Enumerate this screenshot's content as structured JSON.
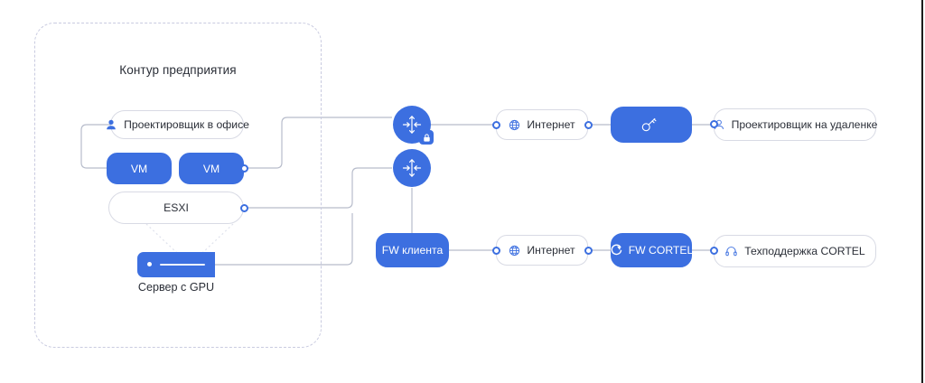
{
  "diagram": {
    "title": "Контур предприятия",
    "colors": {
      "accent": "#3c6fe0",
      "node_border": "#d8dae4",
      "wire": "#b7bccb",
      "text": "#2b2f38",
      "zone_dash": "#c9cbe0"
    },
    "zone": {
      "label": "Контур предприятия"
    },
    "nodes": {
      "designer_office": {
        "label": "Проектировщик в офисе",
        "icon": "user-filled-icon"
      },
      "vm_left": {
        "label": "VM"
      },
      "vm_right": {
        "label": "VM"
      },
      "esxi": {
        "label": "ESXI"
      },
      "gpu_server": {
        "label": "Сервер с GPU",
        "icon": "server-icon"
      },
      "link_secure": {
        "label": "",
        "icon": "secure-tunnel-icon",
        "badge": "lock-icon"
      },
      "link_plain": {
        "label": "",
        "icon": "tunnel-icon"
      },
      "internet_top": {
        "label": "Интернет",
        "icon": "globe-icon"
      },
      "vpn_key": {
        "label": "",
        "icon": "key-icon"
      },
      "designer_remote": {
        "label": "Проектировщик на удаленке",
        "icon": "user-outline-icon"
      },
      "fw_client": {
        "label": "FW клиента"
      },
      "internet_bottom": {
        "label": "Интернет",
        "icon": "globe-icon"
      },
      "fw_cortel": {
        "label": "FW CORTEL",
        "icon": "cortel-logo-icon"
      },
      "support_cortel": {
        "label": "Техподдержка CORTEL",
        "icon": "headset-icon"
      }
    }
  }
}
